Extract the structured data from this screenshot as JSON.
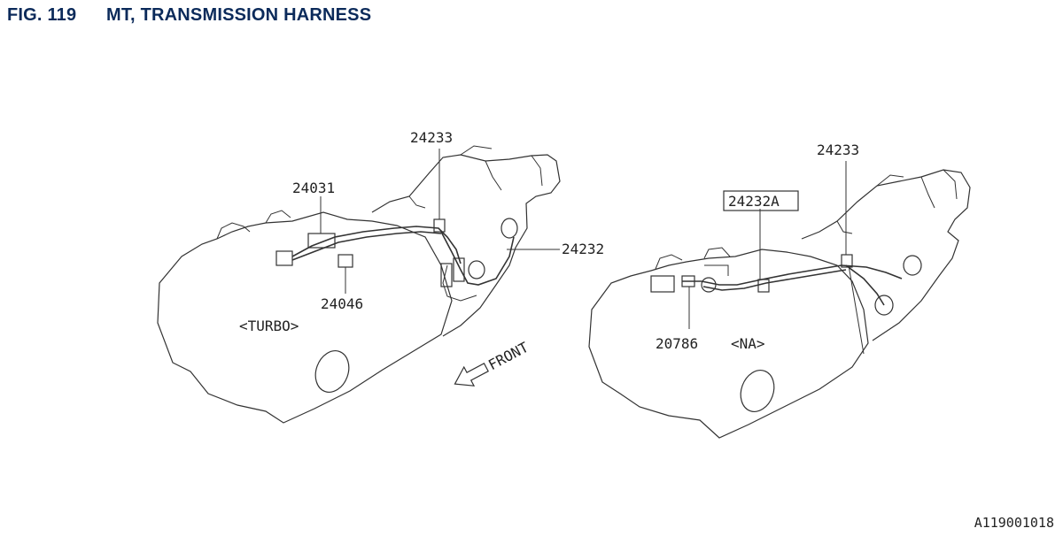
{
  "header": {
    "fig_number": "FIG. 119",
    "title": "MT, TRANSMISSION HARNESS"
  },
  "colors": {
    "header_text": "#0b2a5a",
    "line": "#333333",
    "label": "#222222"
  },
  "turbo_view": {
    "variant_label": "<TURBO>",
    "parts": {
      "p24233": "24233",
      "p24031": "24031",
      "p24232": "24232",
      "p24046": "24046"
    }
  },
  "na_view": {
    "variant_label": "<NA>",
    "parts": {
      "p24233": "24233",
      "p24232a": "24232A",
      "p20786": "20786"
    }
  },
  "front_label": "FRONT",
  "reference_code": "A119001018"
}
